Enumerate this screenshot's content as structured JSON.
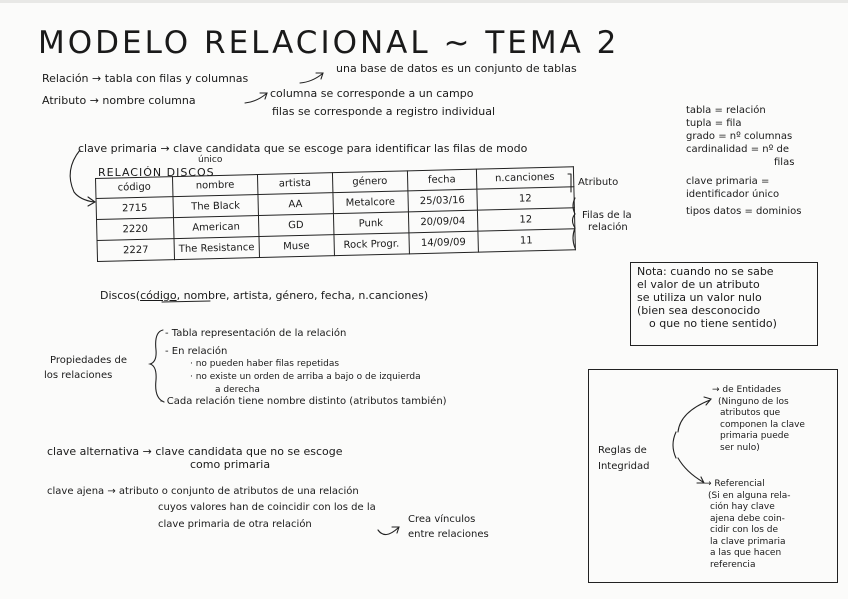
{
  "title": "MODELO RELACIONAL ~ TEMA 2",
  "lines": {
    "relacion": "Relación → tabla con filas y columnas",
    "relacion_def": "una base de datos es un conjunto de tablas",
    "atributo": "Atributo → nombre columna",
    "atributo_def1": "columna se corresponde a un campo",
    "atributo_def2": "filas se corresponde a registro individual",
    "clave_primaria": "clave primaria → clave candidata que se escoge para identificar las filas de modo",
    "unico": "único"
  },
  "table": {
    "caption": "RELACIÓN DISCOS",
    "headers": [
      "código",
      "nombre",
      "artista",
      "género",
      "fecha",
      "n.canciones"
    ],
    "rows": [
      [
        "2715",
        "The Black",
        "AA",
        "Metalcore",
        "25/03/16",
        "12"
      ],
      [
        "2220",
        "American",
        "GD",
        "Punk",
        "20/09/04",
        "12"
      ],
      [
        "2227",
        "The Resistance",
        "Muse",
        "Rock Progr.",
        "14/09/09",
        "11"
      ]
    ],
    "label_atributo": "Atributo",
    "label_filas_1": "Filas de la",
    "label_filas_2": "relación"
  },
  "schema": {
    "prefix": "Discos(",
    "key": "código",
    "rest": ", nombre, artista, género, fecha, n.canciones)"
  },
  "glossary": [
    "tabla = relación",
    "tupla = fila",
    "grado = nº columnas",
    "cardinalidad = nº de",
    "filas",
    "clave primaria =",
    "identificador único",
    "tipos datos = dominios"
  ],
  "note": [
    "Nota: cuando no se sabe",
    "el valor de un atributo",
    "se utiliza un valor nulo",
    "(bien sea desconocido",
    "o que no tiene sentido)"
  ],
  "properties": {
    "label_1": "Propiedades de",
    "label_2": "los relaciones",
    "items": [
      "- Tabla representación de la relación",
      "- En relación",
      "· no pueden haber filas repetidas",
      "· no existe un orden de arriba a bajo o de izquierda",
      "a derecha",
      "- Cada relación tiene nombre distinto (atributos también)"
    ]
  },
  "integrity": {
    "label_1": "Reglas de",
    "label_2": "Integridad",
    "entidad": [
      "→ de Entidades",
      "(Ninguno de los",
      "atributos que",
      "componen la clave",
      "primaria puede",
      "ser nulo)"
    ],
    "referencial": [
      "→ Referencial",
      "(Si en alguna rela-",
      "ción hay clave",
      "ajena debe coin-",
      "cidir con los de",
      "la clave primaria",
      "a las que hacen",
      "referencia"
    ]
  },
  "clave_alternativa": {
    "line1": "clave alternativa → clave candidata que no se escoge",
    "line2": "como primaria"
  },
  "clave_ajena": {
    "line1": "clave ajena → atributo o conjunto de atributos de una relación",
    "line2": "cuyos valores han de coincidir con los de la",
    "line3": "clave primaria de otra relación",
    "note1": "Crea vínculos",
    "note2": "entre relaciones"
  }
}
